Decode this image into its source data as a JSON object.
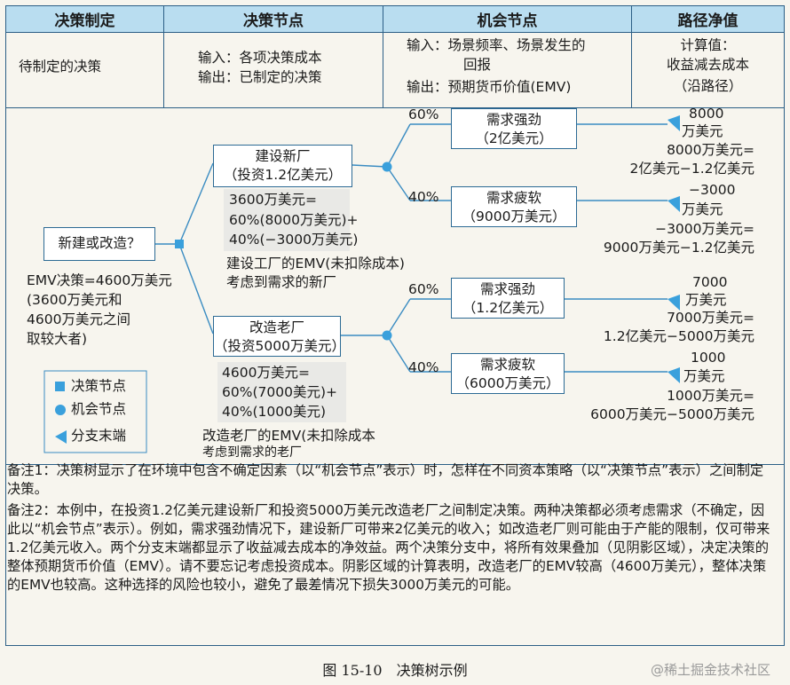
{
  "colors": {
    "border": "#2c5f86",
    "header_bg": "#b9ddf0",
    "node": "#3aa0dc",
    "shade": "#e9e9e6"
  },
  "header": {
    "col1": "决策制定",
    "col2": "决策节点",
    "col3": "机会节点",
    "col4": "路径净值"
  },
  "definitions": {
    "col1": "待制定的决策",
    "col2_line1": "输入：各项决策成本",
    "col2_line2": "输出：已制定的决策",
    "col3_line1": "输入：场景频率、场景发生的",
    "col3_line2": "回报",
    "col3_line3": "输出：预期货币价值(EMV)",
    "col4_line1": "计算值：",
    "col4_line2": "收益减去成本",
    "col4_line3": "（沿路径）"
  },
  "tree": {
    "root": "新建或改造？",
    "emv_decision": [
      "EMV决策=4600万美元",
      "(3600万美元和",
      "4600万美元之间",
      "取较大者)"
    ],
    "new_plant": {
      "title": "建设新厂",
      "invest": "（投资1.2亿美元）",
      "calc": [
        "3600万美元=",
        "60%(8000万美元)+",
        "40%(−3000万美元)"
      ],
      "note": [
        "建设工厂的EMV(未扣除成本)",
        "考虑到需求的新厂"
      ],
      "strong_pct": "60%",
      "weak_pct": "40%",
      "strong": [
        "需求强劲",
        "（2亿美元）"
      ],
      "weak": [
        "需求疲软",
        "（9000万美元）"
      ],
      "end_strong": [
        "8000",
        "万美元",
        "8000万美元=",
        "2亿美元−1.2亿美元"
      ],
      "end_weak": [
        "−3000",
        "万美元",
        "−3000万美元=",
        "9000万美元−1.2亿美元"
      ]
    },
    "old_plant": {
      "title": "改造老厂",
      "invest": "（投资5000万美元）",
      "calc": [
        "4600万美元=",
        "60%(7000美元)+",
        "40%(1000美元)"
      ],
      "note": [
        "改造老厂的EMV(未扣除成本",
        "考虑到需求的老厂"
      ],
      "strong_pct": "60%",
      "weak_pct": "40%",
      "strong": [
        "需求强劲",
        "（1.2亿美元）"
      ],
      "weak": [
        "需求疲软",
        "（6000万美元）"
      ],
      "end_strong": [
        "7000",
        "万美元",
        "7000万美元=",
        "1.2亿美元−5000万美元"
      ],
      "end_weak": [
        "1000",
        "万美元",
        "1000万美元=",
        "6000万美元−5000万美元"
      ]
    }
  },
  "legend": {
    "decision": "决策节点",
    "chance": "机会节点",
    "end": "分支末端"
  },
  "notes": {
    "note1": "备注1：决策树显示了在环境中包含不确定因素（以“机会节点”表示）时，怎样在不同资本策略（以“决策节点”表示）之间制定决策。",
    "note2": "备注2：本例中，在投资1.2亿美元建设新厂和投资5000万美元改造老厂之间制定决策。两种决策都必须考虑需求（不确定，因此以“机会节点”表示）。例如，需求强劲情况下，建设新厂可带来2亿美元的收入；如改造老厂则可能由于产能的限制，仅可带来1.2亿美元收入。两个分支末端都显示了收益减去成本的净效益。两个决策分支中，将所有效果叠加（见阴影区域），决定决策的整体预期货币价值（EMV）。请不要忘记考虑投资成本。阴影区域的计算表明，改造老厂的EMV较高（4600万美元），整体决策的EMV也较高。这种选择的风险也较小，避免了最差情况下损失3000万美元的可能。"
  },
  "caption": "图 15-10　决策树示例",
  "watermark": "@稀土掘金技术社区"
}
